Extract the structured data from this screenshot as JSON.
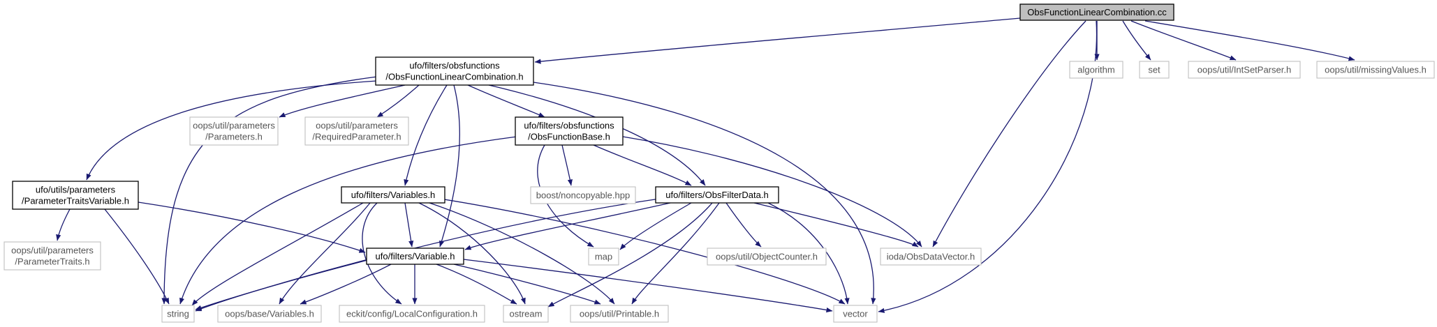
{
  "diagram": {
    "type": "include-dependency-graph",
    "colors": {
      "edge": "#191970",
      "root_fill": "#bfbfbf",
      "local_border": "#000000",
      "external_border": "#bfbfbf",
      "external_text": "#555555"
    },
    "nodes": [
      {
        "id": "root",
        "kind": "root",
        "lines": [
          "ObsFunctionLinearCombination.cc"
        ]
      },
      {
        "id": "lincomb_h",
        "kind": "local",
        "lines": [
          "ufo/filters/obsfunctions",
          "/ObsFunctionLinearCombination.h"
        ]
      },
      {
        "id": "algorithm",
        "kind": "external",
        "lines": [
          "algorithm"
        ]
      },
      {
        "id": "set",
        "kind": "external",
        "lines": [
          "set"
        ]
      },
      {
        "id": "intsetparser",
        "kind": "external",
        "lines": [
          "oops/util/IntSetParser.h"
        ]
      },
      {
        "id": "missingvalues",
        "kind": "external",
        "lines": [
          "oops/util/missingValues.h"
        ]
      },
      {
        "id": "parameters",
        "kind": "external",
        "lines": [
          "oops/util/parameters",
          "/Parameters.h"
        ]
      },
      {
        "id": "requiredparam",
        "kind": "external",
        "lines": [
          "oops/util/parameters",
          "/RequiredParameter.h"
        ]
      },
      {
        "id": "obsfunctionbase",
        "kind": "local",
        "lines": [
          "ufo/filters/obsfunctions",
          "/ObsFunctionBase.h"
        ]
      },
      {
        "id": "paramtraitsvar",
        "kind": "local",
        "lines": [
          "ufo/utils/parameters",
          "/ParameterTraitsVariable.h"
        ]
      },
      {
        "id": "variables_h",
        "kind": "local",
        "lines": [
          "ufo/filters/Variables.h"
        ]
      },
      {
        "id": "noncopyable",
        "kind": "external",
        "lines": [
          "boost/noncopyable.hpp"
        ]
      },
      {
        "id": "obsfilterdata",
        "kind": "local",
        "lines": [
          "ufo/filters/ObsFilterData.h"
        ]
      },
      {
        "id": "paramtraits",
        "kind": "external",
        "lines": [
          "oops/util/parameters",
          "/ParameterTraits.h"
        ]
      },
      {
        "id": "variable_h",
        "kind": "local",
        "lines": [
          "ufo/filters/Variable.h"
        ]
      },
      {
        "id": "map",
        "kind": "external",
        "lines": [
          "map"
        ]
      },
      {
        "id": "objectcounter",
        "kind": "external",
        "lines": [
          "oops/util/ObjectCounter.h"
        ]
      },
      {
        "id": "obsdatavector",
        "kind": "external",
        "lines": [
          "ioda/ObsDataVector.h"
        ]
      },
      {
        "id": "string",
        "kind": "external",
        "lines": [
          "string"
        ]
      },
      {
        "id": "basevariables",
        "kind": "external",
        "lines": [
          "oops/base/Variables.h"
        ]
      },
      {
        "id": "localconfig",
        "kind": "external",
        "lines": [
          "eckit/config/LocalConfiguration.h"
        ]
      },
      {
        "id": "ostream",
        "kind": "external",
        "lines": [
          "ostream"
        ]
      },
      {
        "id": "printable",
        "kind": "external",
        "lines": [
          "oops/util/Printable.h"
        ]
      },
      {
        "id": "vector",
        "kind": "external",
        "lines": [
          "vector"
        ]
      }
    ],
    "edges": [
      [
        "root",
        "lincomb_h"
      ],
      [
        "root",
        "algorithm"
      ],
      [
        "root",
        "set"
      ],
      [
        "root",
        "intsetparser"
      ],
      [
        "root",
        "missingvalues"
      ],
      [
        "root",
        "obsdatavector"
      ],
      [
        "root",
        "vector"
      ],
      [
        "lincomb_h",
        "paramtraitsvar"
      ],
      [
        "lincomb_h",
        "string"
      ],
      [
        "lincomb_h",
        "parameters"
      ],
      [
        "lincomb_h",
        "requiredparam"
      ],
      [
        "lincomb_h",
        "variables_h"
      ],
      [
        "lincomb_h",
        "variable_h"
      ],
      [
        "lincomb_h",
        "obsfunctionbase"
      ],
      [
        "lincomb_h",
        "obsfilterdata"
      ],
      [
        "lincomb_h",
        "vector"
      ],
      [
        "obsfunctionbase",
        "string"
      ],
      [
        "obsfunctionbase",
        "map"
      ],
      [
        "obsfunctionbase",
        "noncopyable"
      ],
      [
        "obsfunctionbase",
        "obsfilterdata"
      ],
      [
        "obsfunctionbase",
        "obsdatavector"
      ],
      [
        "paramtraitsvar",
        "paramtraits"
      ],
      [
        "paramtraitsvar",
        "string"
      ],
      [
        "paramtraitsvar",
        "variable_h"
      ],
      [
        "variables_h",
        "string"
      ],
      [
        "variables_h",
        "basevariables"
      ],
      [
        "variables_h",
        "localconfig"
      ],
      [
        "variables_h",
        "variable_h"
      ],
      [
        "variables_h",
        "ostream"
      ],
      [
        "variables_h",
        "printable"
      ],
      [
        "variables_h",
        "vector"
      ],
      [
        "obsfilterdata",
        "variable_h"
      ],
      [
        "obsfilterdata",
        "string"
      ],
      [
        "obsfilterdata",
        "map"
      ],
      [
        "obsfilterdata",
        "objectcounter"
      ],
      [
        "obsfilterdata",
        "obsdatavector"
      ],
      [
        "obsfilterdata",
        "ostream"
      ],
      [
        "obsfilterdata",
        "printable"
      ],
      [
        "obsfilterdata",
        "vector"
      ],
      [
        "variable_h",
        "string"
      ],
      [
        "variable_h",
        "basevariables"
      ],
      [
        "variable_h",
        "localconfig"
      ],
      [
        "variable_h",
        "ostream"
      ],
      [
        "variable_h",
        "printable"
      ],
      [
        "variable_h",
        "vector"
      ]
    ]
  }
}
